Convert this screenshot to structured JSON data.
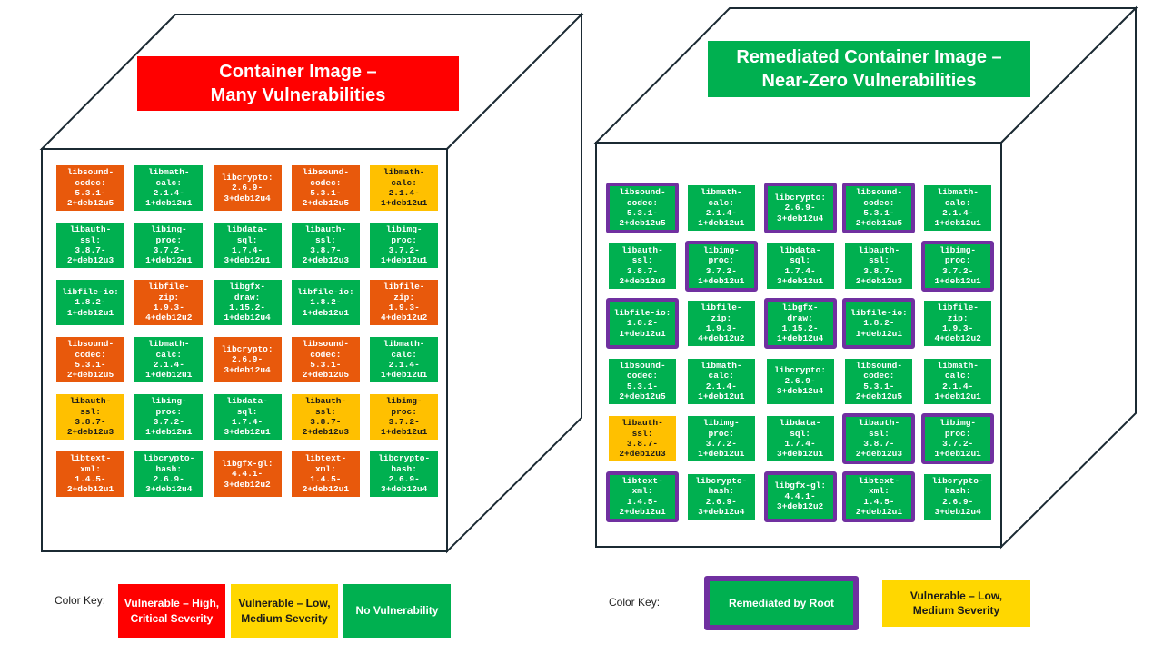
{
  "left_panel": {
    "title": "Container Image –\nMany Vulnerabilities",
    "tiles": [
      [
        {
          "label": "libsound-\ncodec:\n5.3.1-\n2+deb12u5",
          "status": "high"
        },
        {
          "label": "libmath-\ncalc:\n2.1.4-\n1+deb12u1",
          "status": "none"
        },
        {
          "label": "libcrypto:\n2.6.9-\n3+deb12u4",
          "status": "high"
        },
        {
          "label": "libsound-\ncodec:\n5.3.1-\n2+deb12u5",
          "status": "high"
        },
        {
          "label": "libmath-\ncalc:\n2.1.4-\n1+deb12u1",
          "status": "low"
        }
      ],
      [
        {
          "label": "libauth-\nssl:\n3.8.7-\n2+deb12u3",
          "status": "none"
        },
        {
          "label": "libimg-\nproc:\n3.7.2-\n1+deb12u1",
          "status": "none"
        },
        {
          "label": "libdata-\nsql:\n1.7.4-\n3+deb12u1",
          "status": "none"
        },
        {
          "label": "libauth-\nssl:\n3.8.7-\n2+deb12u3",
          "status": "none"
        },
        {
          "label": "libimg-\nproc:\n3.7.2-\n1+deb12u1",
          "status": "none"
        }
      ],
      [
        {
          "label": "libfile-io:\n1.8.2-\n1+deb12u1",
          "status": "none"
        },
        {
          "label": "libfile-\nzip:\n1.9.3-\n4+deb12u2",
          "status": "high"
        },
        {
          "label": "libgfx-\ndraw:\n1.15.2-\n1+deb12u4",
          "status": "none"
        },
        {
          "label": "libfile-io:\n1.8.2-\n1+deb12u1",
          "status": "none"
        },
        {
          "label": "libfile-\nzip:\n1.9.3-\n4+deb12u2",
          "status": "high"
        }
      ],
      [
        {
          "label": "libsound-\ncodec:\n5.3.1-\n2+deb12u5",
          "status": "high"
        },
        {
          "label": "libmath-\ncalc:\n2.1.4-\n1+deb12u1",
          "status": "none"
        },
        {
          "label": "libcrypto:\n2.6.9-\n3+deb12u4",
          "status": "high"
        },
        {
          "label": "libsound-\ncodec:\n5.3.1-\n2+deb12u5",
          "status": "high"
        },
        {
          "label": "libmath-\ncalc:\n2.1.4-\n1+deb12u1",
          "status": "none"
        }
      ],
      [
        {
          "label": "libauth-\nssl:\n3.8.7-\n2+deb12u3",
          "status": "low"
        },
        {
          "label": "libimg-\nproc:\n3.7.2-\n1+deb12u1",
          "status": "none"
        },
        {
          "label": "libdata-\nsql:\n1.7.4-\n3+deb12u1",
          "status": "none"
        },
        {
          "label": "libauth-\nssl:\n3.8.7-\n2+deb12u3",
          "status": "low"
        },
        {
          "label": "libimg-\nproc:\n3.7.2-\n1+deb12u1",
          "status": "low"
        }
      ],
      [
        {
          "label": "libtext-\nxml:\n1.4.5-\n2+deb12u1",
          "status": "high"
        },
        {
          "label": "libcrypto-\nhash:\n2.6.9-\n3+deb12u4",
          "status": "none"
        },
        {
          "label": "libgfx-gl:\n4.4.1-\n3+deb12u2",
          "status": "high"
        },
        {
          "label": "libtext-\nxml:\n1.4.5-\n2+deb12u1",
          "status": "high"
        },
        {
          "label": "libcrypto-\nhash:\n2.6.9-\n3+deb12u4",
          "status": "none"
        }
      ]
    ],
    "color_key": {
      "label": "Color Key:",
      "items": [
        {
          "text": "Vulnerable – High,\nCritical Severity",
          "status": "high"
        },
        {
          "text": "Vulnerable – Low,\nMedium Severity",
          "status": "low"
        },
        {
          "text": "No Vulnerability",
          "status": "none"
        }
      ]
    }
  },
  "right_panel": {
    "title": "Remediated Container Image –\nNear-Zero Vulnerabilities",
    "tiles": [
      [
        {
          "label": "libsound-\ncodec:\n5.3.1-\n2+deb12u5",
          "status": "remediated"
        },
        {
          "label": "libmath-\ncalc:\n2.1.4-\n1+deb12u1",
          "status": "none"
        },
        {
          "label": "libcrypto:\n2.6.9-\n3+deb12u4",
          "status": "remediated"
        },
        {
          "label": "libsound-\ncodec:\n5.3.1-\n2+deb12u5",
          "status": "remediated"
        },
        {
          "label": "libmath-\ncalc:\n2.1.4-\n1+deb12u1",
          "status": "none"
        }
      ],
      [
        {
          "label": "libauth-\nssl:\n3.8.7-\n2+deb12u3",
          "status": "none"
        },
        {
          "label": "libimg-\nproc:\n3.7.2-\n1+deb12u1",
          "status": "remediated"
        },
        {
          "label": "libdata-\nsql:\n1.7.4-\n3+deb12u1",
          "status": "none"
        },
        {
          "label": "libauth-\nssl:\n3.8.7-\n2+deb12u3",
          "status": "none"
        },
        {
          "label": "libimg-\nproc:\n3.7.2-\n1+deb12u1",
          "status": "remediated"
        }
      ],
      [
        {
          "label": "libfile-io:\n1.8.2-\n1+deb12u1",
          "status": "remediated"
        },
        {
          "label": "libfile-\nzip:\n1.9.3-\n4+deb12u2",
          "status": "none"
        },
        {
          "label": "libgfx-\ndraw:\n1.15.2-\n1+deb12u4",
          "status": "remediated"
        },
        {
          "label": "libfile-io:\n1.8.2-\n1+deb12u1",
          "status": "remediated"
        },
        {
          "label": "libfile-\nzip:\n1.9.3-\n4+deb12u2",
          "status": "none"
        }
      ],
      [
        {
          "label": "libsound-\ncodec:\n5.3.1-\n2+deb12u5",
          "status": "none"
        },
        {
          "label": "libmath-\ncalc:\n2.1.4-\n1+deb12u1",
          "status": "none"
        },
        {
          "label": "libcrypto:\n2.6.9-\n3+deb12u4",
          "status": "none"
        },
        {
          "label": "libsound-\ncodec:\n5.3.1-\n2+deb12u5",
          "status": "none"
        },
        {
          "label": "libmath-\ncalc:\n2.1.4-\n1+deb12u1",
          "status": "none"
        }
      ],
      [
        {
          "label": "libauth-\nssl:\n3.8.7-\n2+deb12u3",
          "status": "low"
        },
        {
          "label": "libimg-\nproc:\n3.7.2-\n1+deb12u1",
          "status": "none"
        },
        {
          "label": "libdata-\nsql:\n1.7.4-\n3+deb12u1",
          "status": "none"
        },
        {
          "label": "libauth-\nssl:\n3.8.7-\n2+deb12u3",
          "status": "remediated"
        },
        {
          "label": "libimg-\nproc:\n3.7.2-\n1+deb12u1",
          "status": "remediated"
        }
      ],
      [
        {
          "label": "libtext-\nxml:\n1.4.5-\n2+deb12u1",
          "status": "remediated"
        },
        {
          "label": "libcrypto-\nhash:\n2.6.9-\n3+deb12u4",
          "status": "none"
        },
        {
          "label": "libgfx-gl:\n4.4.1-\n3+deb12u2",
          "status": "remediated"
        },
        {
          "label": "libtext-\nxml:\n1.4.5-\n2+deb12u1",
          "status": "remediated"
        },
        {
          "label": "libcrypto-\nhash:\n2.6.9-\n3+deb12u4",
          "status": "none"
        }
      ]
    ],
    "color_key": {
      "label": "Color Key:",
      "items": [
        {
          "text": "Remediated by Root",
          "status": "remediated"
        },
        {
          "text": "Vulnerable – Low,\nMedium Severity",
          "status": "low"
        }
      ]
    }
  },
  "colors": {
    "high_tile": "#E8590C",
    "high_key": "#FF0000",
    "low_tile": "#FFC000",
    "low_key": "#FFD700",
    "none": "#00B050",
    "remediated_border": "#7030A0",
    "cube_stroke": "#1b2a33"
  }
}
